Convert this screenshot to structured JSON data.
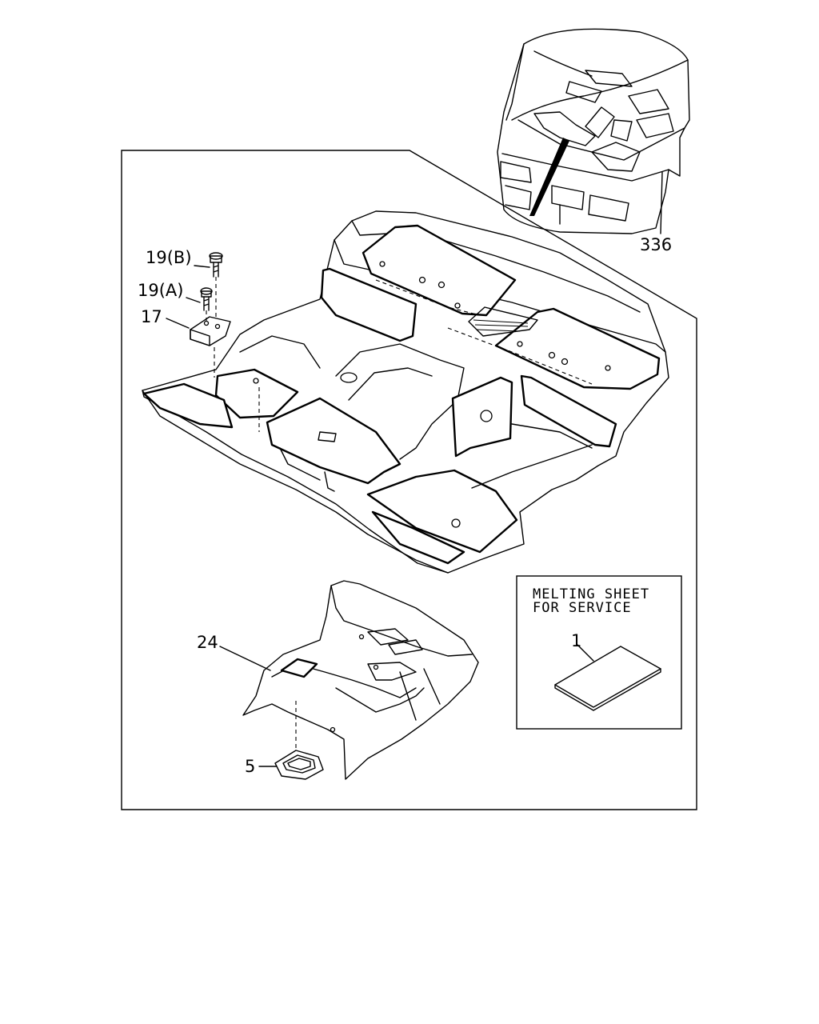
{
  "callouts": {
    "c336": "336",
    "c19b": "19(B)",
    "c19a": "19(A)",
    "c17": "17",
    "c24": "24",
    "c5": "5",
    "c1": "1"
  },
  "service_box": {
    "line1": "MELTING SHEET",
    "line2": "FOR SERVICE"
  },
  "icons": {
    "cab": "truck-cab-icon",
    "floor": "floor-panel-icon",
    "sheet": "melting-sheet-icon"
  }
}
